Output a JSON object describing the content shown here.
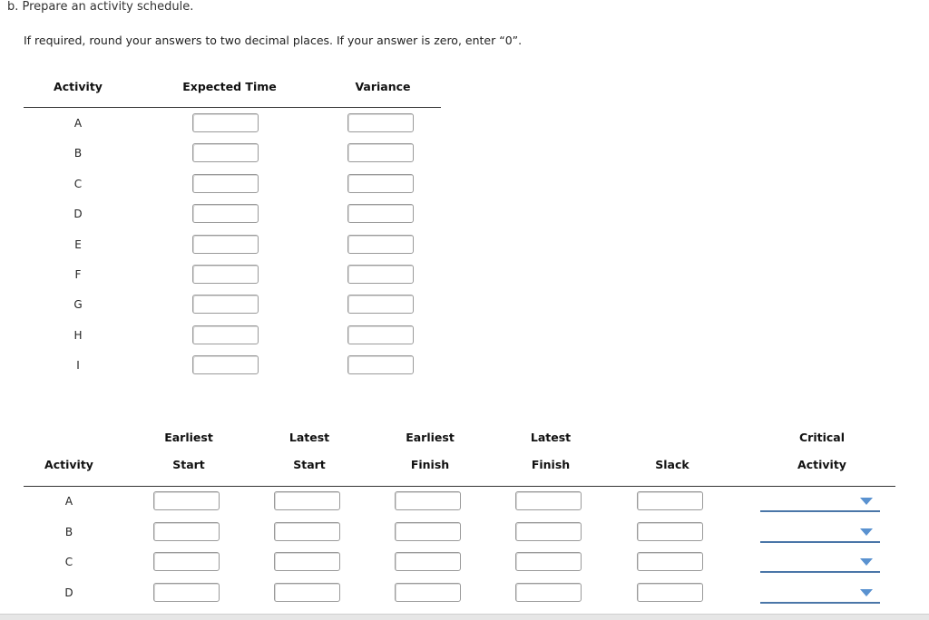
{
  "part_title": "b. Prepare an activity schedule.",
  "instructions": "If required, round your answers to two decimal places. If your answer is zero, enter “0”.",
  "table1": {
    "headers": {
      "activity": "Activity",
      "expected_time": "Expected Time",
      "variance": "Variance"
    },
    "activities": [
      "A",
      "B",
      "C",
      "D",
      "E",
      "F",
      "G",
      "H",
      "I"
    ]
  },
  "table2": {
    "headers": {
      "activity": "Activity",
      "earliest_start": [
        "Earliest",
        "Start"
      ],
      "latest_start": [
        "Latest",
        "Start"
      ],
      "earliest_finish": [
        "Earliest",
        "Finish"
      ],
      "latest_finish": [
        "Latest",
        "Finish"
      ],
      "slack": "Slack",
      "critical_activity": [
        "Critical",
        "Activity"
      ]
    },
    "activities": [
      "A",
      "B",
      "C",
      "D"
    ]
  },
  "colors": {
    "dropdown_line": "#4a76a8",
    "dropdown_arrow": "#5a92d0"
  },
  "icons": {
    "dropdown": "chevron-down-icon"
  }
}
